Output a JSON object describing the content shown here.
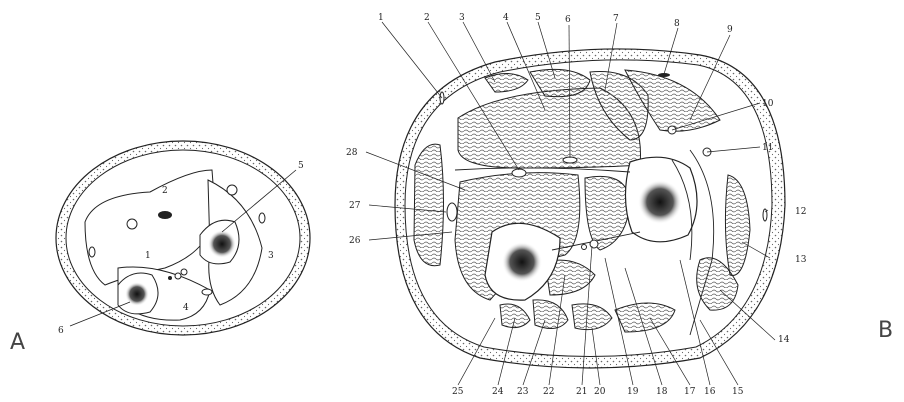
{
  "panels": [
    {
      "letter": "A",
      "labels": [
        "2",
        "1",
        "3",
        "4",
        "5",
        "6"
      ]
    },
    {
      "letter": "B",
      "labels": [
        "1",
        "2",
        "3",
        "4",
        "5",
        "6",
        "7",
        "8",
        "9",
        "10",
        "11",
        "12",
        "13",
        "14",
        "15",
        "16",
        "17",
        "18",
        "19",
        "20",
        "21",
        "22",
        "23",
        "24",
        "25",
        "26",
        "27",
        "28"
      ]
    }
  ],
  "colors": {
    "ink": "#222222",
    "fill": "#ffffff",
    "stipple": "#444444"
  }
}
